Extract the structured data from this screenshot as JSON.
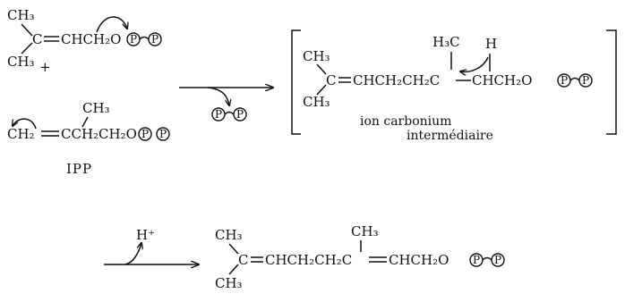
{
  "labels": {
    "ipp": "IPP",
    "intermediate_line1": "ion carbonium",
    "intermediate_line2": "intermédiaire",
    "phosphate": "P",
    "proton": "H⁺"
  },
  "dmapp": {
    "ch3_top": "CH₃",
    "carbon": "C",
    "chain": "CHCH₂O",
    "ch3_bottom": "CH₃",
    "plus": "+"
  },
  "ipp_molecule": {
    "ch3": "CH₃",
    "chain_start": "CH₂",
    "chain": "CCH₂CH₂O"
  },
  "intermediate": {
    "ch3_top": "CH₃",
    "carbon": "C",
    "chain": "CHCH₂CH₂C",
    "h3c": "H₃C",
    "h": "H",
    "tail": "CHCH₂O",
    "ch3_bottom": "CH₃"
  },
  "product": {
    "ch3_top": "CH₃",
    "carbon": "C",
    "chain": "CHCH₂CH₂C",
    "ch3_mid": "CH₃",
    "tail": "CHCH₂O",
    "ch3_bottom": "CH₃"
  }
}
